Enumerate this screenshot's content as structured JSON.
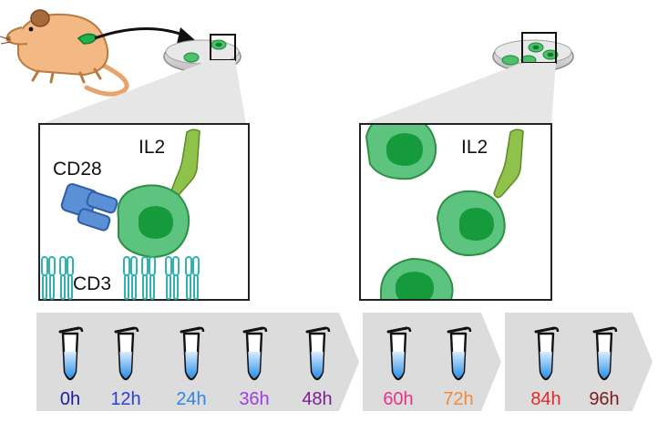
{
  "left_panel": {
    "labels": {
      "il2": "IL2",
      "cd28": "CD28",
      "cd3": "CD3"
    }
  },
  "right_panel": {
    "labels": {
      "il2": "IL2"
    }
  },
  "timeline": {
    "segments": [
      {
        "timepoints": [
          {
            "label": "0h",
            "color": "#1c1c9c"
          },
          {
            "label": "12h",
            "color": "#2a3fd6"
          },
          {
            "label": "24h",
            "color": "#2f86e6"
          },
          {
            "label": "36h",
            "color": "#9b3fe0"
          },
          {
            "label": "48h",
            "color": "#7d1f8f"
          }
        ]
      },
      {
        "timepoints": [
          {
            "label": "60h",
            "color": "#e8328a"
          },
          {
            "label": "72h",
            "color": "#f08a3a"
          }
        ]
      },
      {
        "timepoints": [
          {
            "label": "84h",
            "color": "#e02a2a"
          },
          {
            "label": "96h",
            "color": "#7a1d1d"
          }
        ]
      }
    ]
  },
  "colors": {
    "cell_fill": "#5cc47e",
    "cell_stroke": "#2f8f44",
    "nucleus": "#159a3c",
    "il2": "#8fc24a",
    "cd28": "#5b8fd6",
    "cd3": "#2fb2b0",
    "mouse": "#f4b884",
    "arrow_band": "#dcdcdc",
    "zoom_wedge": "#e6e6e6",
    "tube_liquid": "#4aa6f0"
  }
}
